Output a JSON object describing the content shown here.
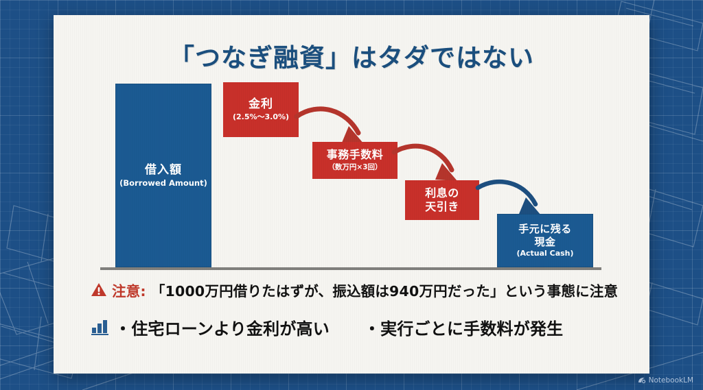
{
  "slide": {
    "title": "「つなぎ融資」はタダではない"
  },
  "chart_data": {
    "type": "bar",
    "title": "「つなぎ融資」はタダではない",
    "xlabel": "",
    "ylabel": "",
    "grid": false,
    "legend": null,
    "categories": [
      "借入額",
      "金利",
      "事務手数料",
      "利息の天引き",
      "手元に残る現金"
    ],
    "values": [
      100,
      30,
      20,
      22,
      29
    ],
    "bars": [
      {
        "id": "borrowed",
        "label_jp": "借入額",
        "label_en": "(Borrowed Amount)",
        "color": "#1b5a92",
        "value": 100,
        "note": "1000万円"
      },
      {
        "id": "interest",
        "label_jp": "金利",
        "label_en": "(2.5%〜3.0%)",
        "color": "#c8302a",
        "value": 30
      },
      {
        "id": "fee",
        "label_jp": "事務手数料",
        "label_en": "（数万円×3回）",
        "color": "#c8302a",
        "value": 20
      },
      {
        "id": "deduction",
        "label_jp": "利息の\n天引き",
        "label_en": "",
        "color": "#c8302a",
        "value": 22
      },
      {
        "id": "actual",
        "label_jp": "手元に残る\n現金",
        "label_en": "(Actual Cash)",
        "color": "#1b5a92",
        "value": 29,
        "note": "940万円"
      }
    ],
    "flow_arrows": [
      {
        "from": "金利",
        "to": "事務手数料",
        "color": "#b5352c"
      },
      {
        "from": "事務手数料",
        "to": "利息の天引き",
        "color": "#b5352c"
      },
      {
        "from": "利息の天引き",
        "to": "手元に残る現金",
        "color": "#1d4f80"
      }
    ]
  },
  "bar_labels": {
    "borrowed_jp": "借入額",
    "borrowed_en": "(Borrowed Amount)",
    "interest_jp": "金利",
    "interest_en": "(2.5%〜3.0%)",
    "fee_jp": "事務手数料",
    "fee_en": "（数万円×3回）",
    "deduction_line1": "利息の",
    "deduction_line2": "天引き",
    "actual_line1": "手元に残る",
    "actual_line2": "現金",
    "actual_en": "(Actual Cash)"
  },
  "notes": {
    "warning_label": "注意:",
    "warning_text": "「1000万円借りたはずが、振込額は940万円だった」という事態に注意",
    "bullet_1": "・住宅ローンより金利が高い",
    "bullet_2": "・実行ごとに手数料が発生"
  },
  "watermark": {
    "text": "NotebookLM"
  },
  "colors": {
    "background_blueprint": "#1d4f86",
    "card": "#f6f5f1",
    "title": "#1b4f7e",
    "bar_blue": "#1b5a92",
    "bar_red": "#c8302a",
    "warning_red": "#c0392b",
    "baseline": "#807f7c"
  }
}
